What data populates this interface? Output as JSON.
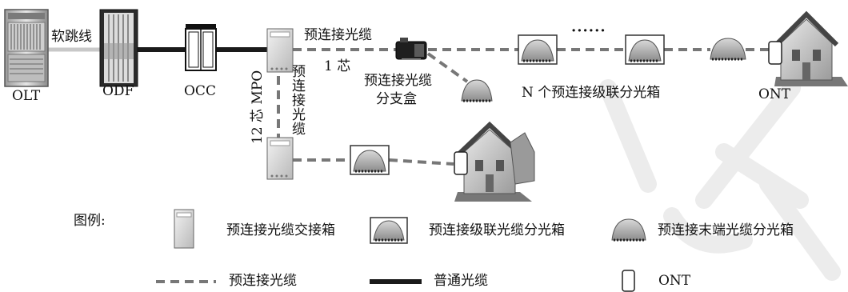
{
  "devices": {
    "olt": "OLT",
    "odf": "ODF",
    "occ": "OCC",
    "ont": "ONT"
  },
  "links": {
    "soft_jumper": "软跳线",
    "preconnect_cable_top": "预连接光缆",
    "one_core": "1 芯",
    "twelve_core_mpo": "12 芯 MPO",
    "preconnect_cable_vertical": "预连接光缆"
  },
  "nodes": {
    "branch_box": "预连接光缆分支盒",
    "branch_box_line1": "预连接光缆",
    "branch_box_line2": "分支盒",
    "cascade_boxes": "N 个预连接级联分光箱",
    "ellipsis": "······"
  },
  "legend": {
    "title": "图例:",
    "cross_box": "预连接光缆交接箱",
    "cascade_box": "预连接级联光缆分光箱",
    "terminal_box": "预连接末端光缆分光箱",
    "preconnect_cable": "预连接光缆",
    "normal_cable": "普通光缆",
    "ont": "ONT"
  },
  "colors": {
    "dashed_line": "#777777",
    "solid_line": "#1a1a1a",
    "box_gray": "#c9c9c9"
  }
}
